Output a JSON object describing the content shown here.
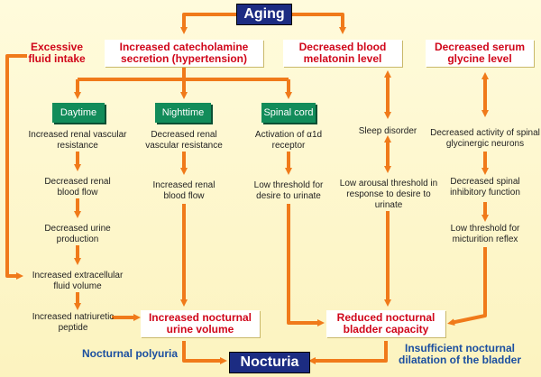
{
  "top": "Aging",
  "bottom": "Nocturia",
  "causes": {
    "fluid": "Excessive fluid intake",
    "catecholamine": "Increased catecholamine secretion (hypertension)",
    "melatonin": "Decreased blood melatonin level",
    "glycine": "Decreased serum glycine level"
  },
  "branches": {
    "daytime": "Daytime",
    "nighttime": "Nighttime",
    "spinal": "Spinal cord"
  },
  "steps": {
    "day_1": "Increased renal vascular resistance",
    "day_2": "Decreased renal blood flow",
    "day_3": "Decreased urine production",
    "day_4": "Increased extracellular fluid volume",
    "day_5": "Increased natriuretic peptide",
    "night_1": "Decreased renal vascular resistance",
    "night_2": "Increased renal blood flow",
    "spinal_1": "Activation of α1d receptor",
    "spinal_2": "Low threshold for desire to urinate",
    "sleep_1": "Sleep disorder",
    "sleep_2": "Low arousal threshold in response to desire to urinate",
    "gly_1": "Decreased activity of spinal glycinergic neurons",
    "gly_2": "Decreased spinal inhibitory function",
    "gly_3": "Low threshold for micturition reflex"
  },
  "outcomes": {
    "urine_volume": "Increased nocturnal urine volume",
    "bladder_capacity": "Reduced nocturnal bladder capacity"
  },
  "labels": {
    "polyuria": "Nocturnal polyuria",
    "dilatation": "Insufficient nocturnal dilatation of the bladder"
  },
  "colors": {
    "arrow": "#f07a1a",
    "title": "#1c2c82",
    "cause": "#d0061a",
    "branch": "#128c5a",
    "label": "#1b4fa0"
  }
}
